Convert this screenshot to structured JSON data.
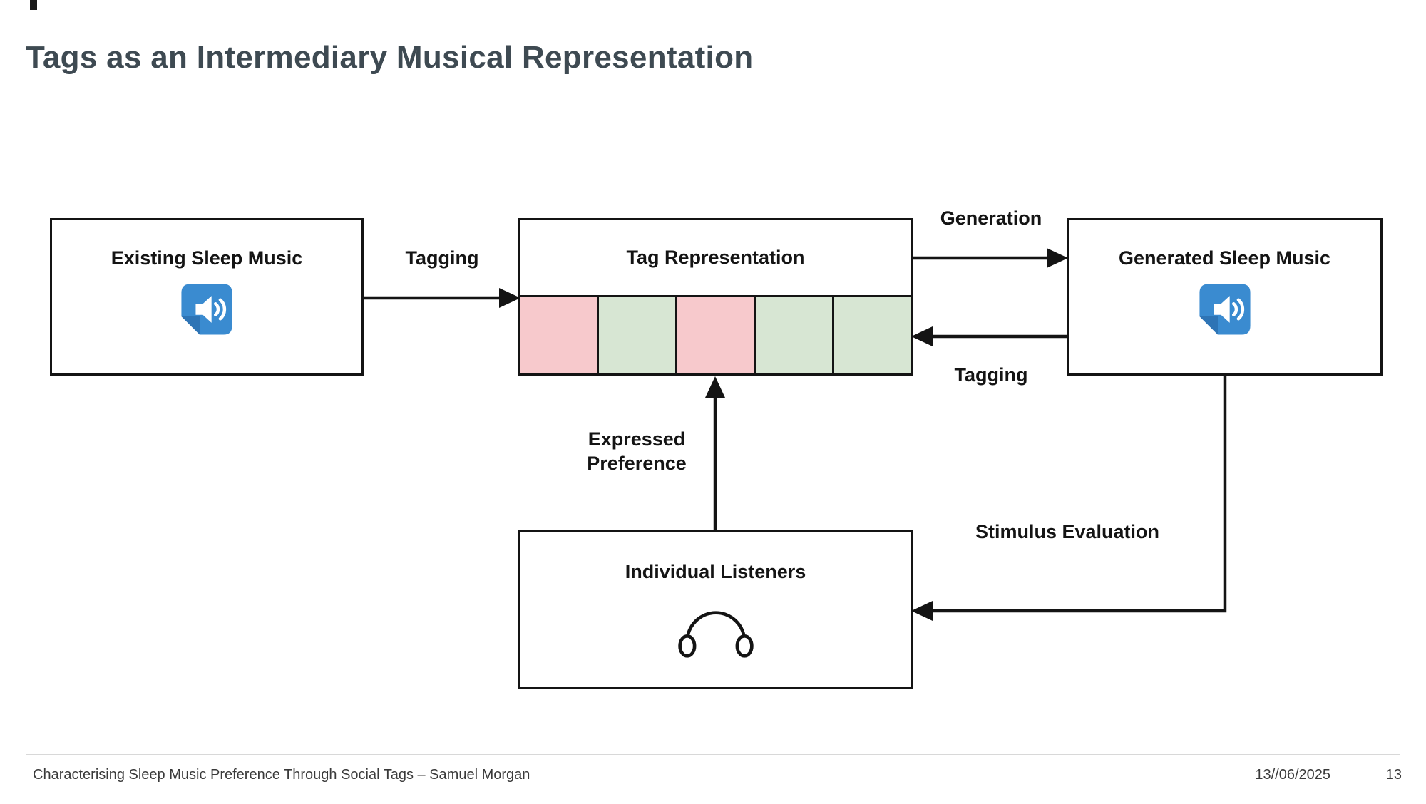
{
  "slide": {
    "title": "Tags as an Intermediary Musical Representation",
    "footer": {
      "credit": "Characterising Sleep Music Preference Through Social Tags – Samuel Morgan",
      "date": "13//06/2025",
      "page": "13"
    }
  },
  "diagram": {
    "boxes": {
      "existing": {
        "label": "Existing Sleep Music",
        "icon": "audio-file-icon"
      },
      "tag_representation": {
        "label": "Tag Representation"
      },
      "generated": {
        "label": "Generated Sleep Music",
        "icon": "audio-file-icon"
      },
      "listeners": {
        "label": "Individual Listeners",
        "icon": "headphones-icon"
      }
    },
    "tag_cells": [
      "#f7c9cc",
      "#d7e6d3",
      "#f7c9cc",
      "#d7e6d3",
      "#d7e6d3"
    ],
    "arrow_labels": {
      "tagging_in": "Tagging",
      "generation": "Generation",
      "tagging_back": "Tagging",
      "expressed_preference": "Expressed\nPreference",
      "stimulus_evaluation": "Stimulus Evaluation"
    },
    "colors": {
      "icon_blue": "#3a8bd0",
      "icon_blue_dark": "#2e74b5",
      "line": "#141414",
      "cell_pink": "#f7c9cc",
      "cell_green": "#d7e6d3"
    }
  }
}
